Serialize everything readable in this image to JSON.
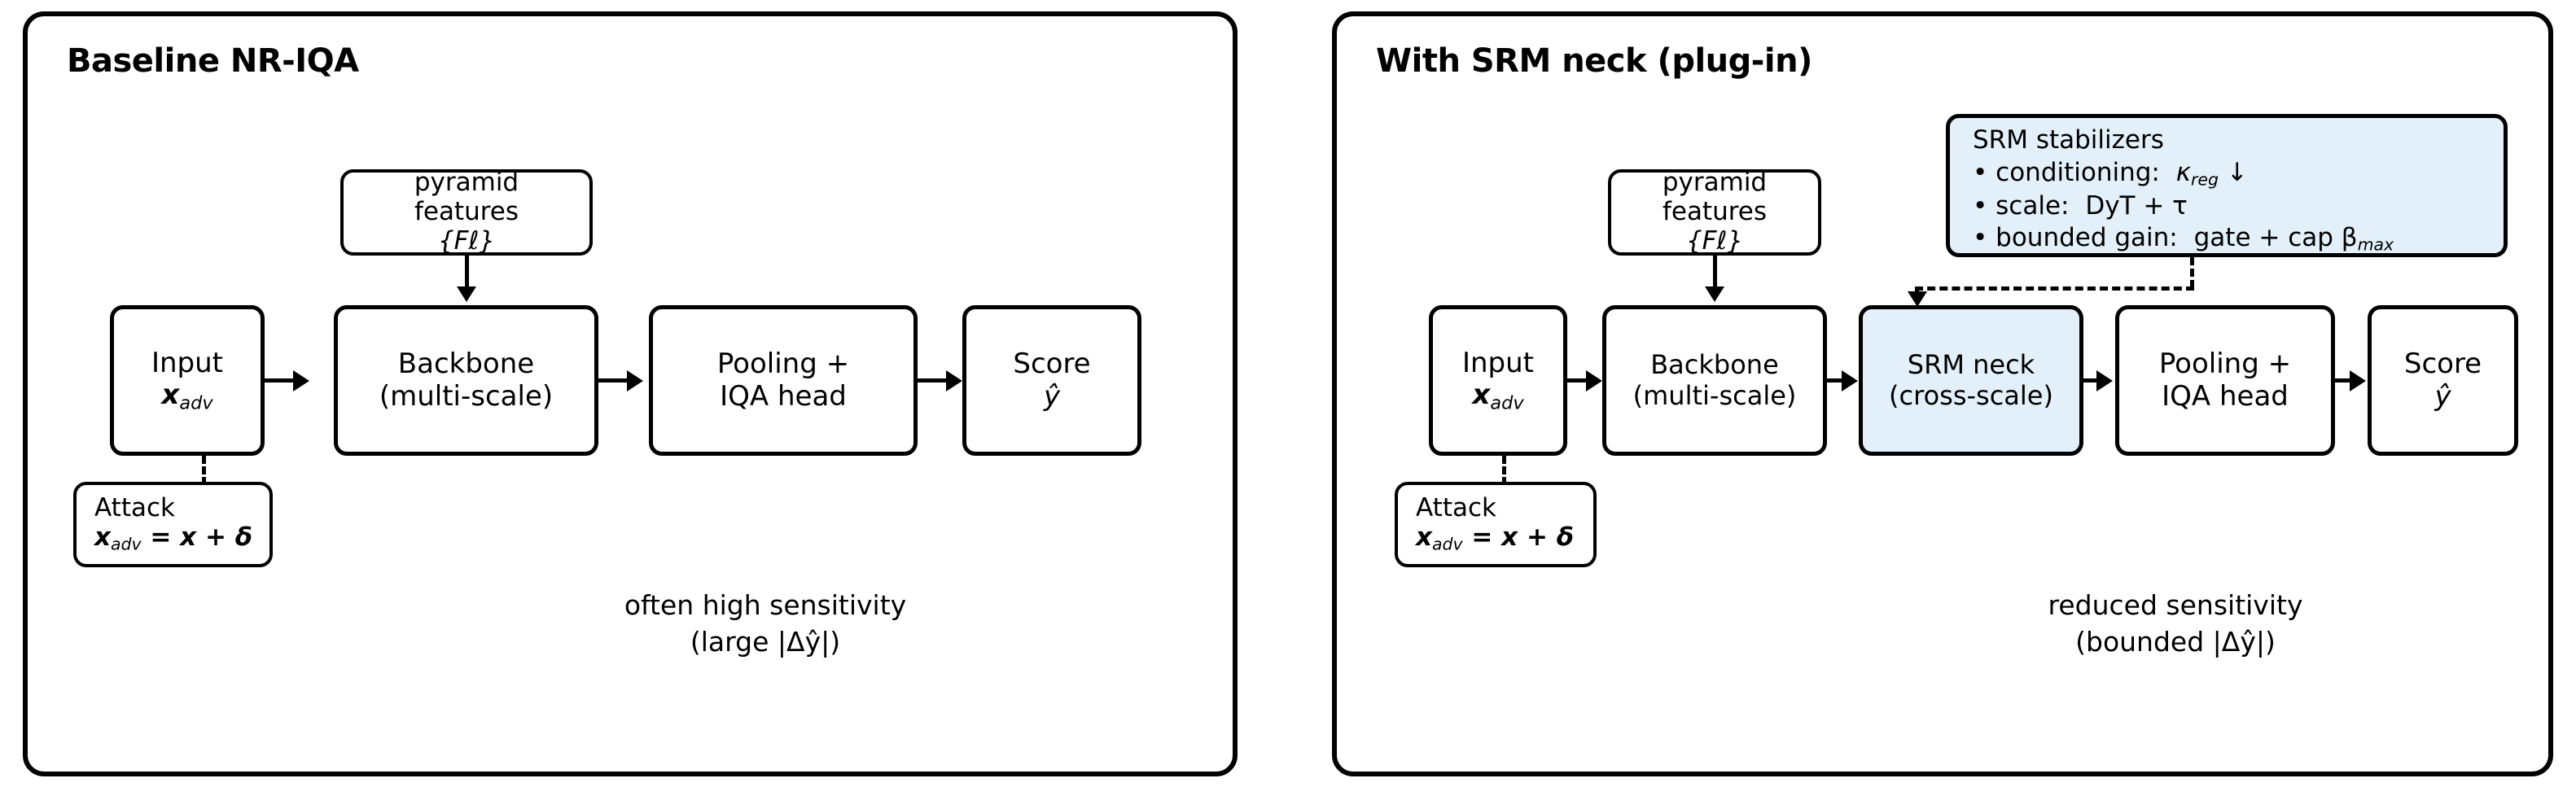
{
  "diagram": {
    "panels": [
      {
        "id": "baseline",
        "title": "Baseline NR-IQA",
        "nodes": {
          "pyramid": {
            "line1": "pyramid",
            "line2": "features",
            "line3": "{Fℓ}"
          },
          "input": {
            "line1": "Input",
            "line2": "x",
            "line2_sub": "adv"
          },
          "backbone": {
            "line1": "Backbone",
            "line2": "(multi-scale)"
          },
          "pooling": {
            "line1": "Pooling +",
            "line2": "IQA head"
          },
          "score": {
            "line1": "Score",
            "line2": "ŷ"
          },
          "attack": {
            "line1": "Attack",
            "line2_pre": "x",
            "line2_sub": "adv",
            "line2_post": " = x + δ"
          }
        },
        "caption": {
          "line1": "often high sensitivity",
          "line2": "(large |Δŷ|)"
        }
      },
      {
        "id": "srm",
        "title": "With SRM neck (plug-in)",
        "nodes": {
          "pyramid": {
            "line1": "pyramid",
            "line2": "features",
            "line3": "{Fℓ}"
          },
          "input": {
            "line1": "Input",
            "line2": "x",
            "line2_sub": "adv"
          },
          "backbone": {
            "line1": "Backbone",
            "line2": "(multi-scale)"
          },
          "srmneck": {
            "line1": "SRM neck",
            "line2": "(cross-scale)"
          },
          "pooling": {
            "line1": "Pooling +",
            "line2": "IQA head"
          },
          "score": {
            "line1": "Score",
            "line2": "ŷ"
          },
          "attack": {
            "line1": "Attack",
            "line2_pre": "x",
            "line2_sub": "adv",
            "line2_post": " = x + δ"
          }
        },
        "stabilizers": {
          "heading": "SRM stabilizers",
          "items": [
            {
              "bullet": "•",
              "label": "conditioning:",
              "symbol_base": "κ",
              "symbol_sub": "reg",
              "suffix": " ↓"
            },
            {
              "bullet": "•",
              "label": "scale:",
              "symbol_base": "DyT + τ",
              "symbol_sub": "",
              "suffix": ""
            },
            {
              "bullet": "•",
              "label": "bounded gain:",
              "symbol_base": "gate + cap β",
              "symbol_sub": "max",
              "suffix": ""
            }
          ]
        },
        "caption": {
          "line1": "reduced sensitivity",
          "line2": "(bounded |Δŷ|)"
        }
      }
    ],
    "colors": {
      "stroke": "#000000",
      "highlight_fill": "#e3f0f9",
      "background": "#ffffff"
    }
  }
}
